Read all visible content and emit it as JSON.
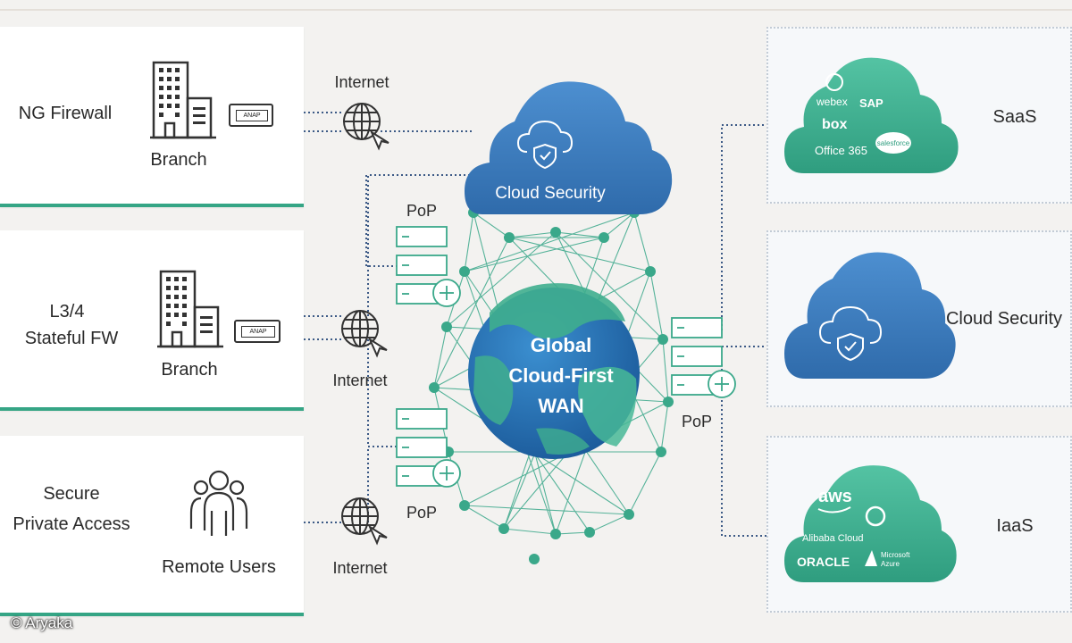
{
  "left_cards": [
    {
      "title": "NG Firewall",
      "sub": "Branch",
      "device": "ANAP"
    },
    {
      "title_l1": "L3/4",
      "title_l2": "Stateful FW",
      "sub": "Branch",
      "device": "ANAP"
    },
    {
      "title_l1": "Secure",
      "title_l2": "Private Access",
      "sub": "Remote Users"
    }
  ],
  "internet_labels": [
    "Internet",
    "Internet",
    "Internet"
  ],
  "pop_labels": [
    "PoP",
    "PoP",
    "PoP"
  ],
  "center": {
    "cloud": "Cloud Security",
    "globe_l1": "Global",
    "globe_l2": "Cloud-First",
    "globe_l3": "WAN"
  },
  "right_cards": [
    {
      "label": "SaaS",
      "apps": [
        "webex",
        "SAP",
        "box",
        "Office 365",
        "salesforce"
      ]
    },
    {
      "label": "Cloud Security"
    },
    {
      "label": "IaaS",
      "apps": [
        "aws",
        "Alibaba Cloud",
        "ORACLE",
        "Microsoft",
        "Azure"
      ]
    }
  ],
  "copyright": "© Aryaka",
  "colors": {
    "accent_green": "#35a585",
    "cloud_blue": "#3b7bbf",
    "cloud_green": "#43b596",
    "dot_line": "#3c5a86",
    "globe_dark": "#1e6aa8"
  }
}
